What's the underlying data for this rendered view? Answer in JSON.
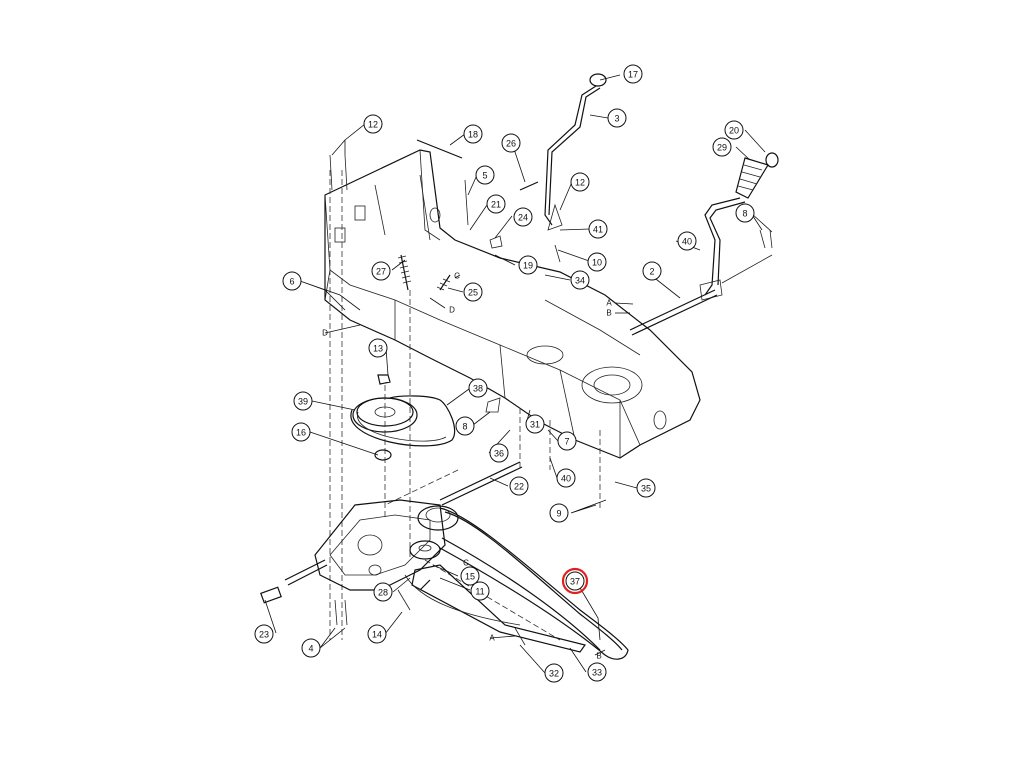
{
  "diagram": {
    "callouts": [
      {
        "id": "c17",
        "label": "17"
      },
      {
        "id": "c3",
        "label": "3"
      },
      {
        "id": "c12a",
        "label": "12"
      },
      {
        "id": "c18",
        "label": "18"
      },
      {
        "id": "c26a",
        "label": "26"
      },
      {
        "id": "c20",
        "label": "20"
      },
      {
        "id": "c29",
        "label": "29"
      },
      {
        "id": "c5",
        "label": "5"
      },
      {
        "id": "c12b",
        "label": "12"
      },
      {
        "id": "c21",
        "label": "21"
      },
      {
        "id": "c24",
        "label": "24"
      },
      {
        "id": "c41",
        "label": "41"
      },
      {
        "id": "c8a",
        "label": "8"
      },
      {
        "id": "c40a",
        "label": "40"
      },
      {
        "id": "c27",
        "label": "27"
      },
      {
        "id": "c10",
        "label": "10"
      },
      {
        "id": "c19",
        "label": "19"
      },
      {
        "id": "c2",
        "label": "2"
      },
      {
        "id": "c6",
        "label": "6"
      },
      {
        "id": "c25",
        "label": "25"
      },
      {
        "id": "c34",
        "label": "34"
      },
      {
        "id": "c13",
        "label": "13"
      },
      {
        "id": "c38",
        "label": "38"
      },
      {
        "id": "c39",
        "label": "39"
      },
      {
        "id": "c8b",
        "label": "8"
      },
      {
        "id": "c31",
        "label": "31"
      },
      {
        "id": "c16",
        "label": "16"
      },
      {
        "id": "c7",
        "label": "7"
      },
      {
        "id": "c36",
        "label": "36"
      },
      {
        "id": "c40b",
        "label": "40"
      },
      {
        "id": "c35",
        "label": "35"
      },
      {
        "id": "c22",
        "label": "22"
      },
      {
        "id": "c9",
        "label": "9"
      },
      {
        "id": "c15",
        "label": "15"
      },
      {
        "id": "c37",
        "label": "37"
      },
      {
        "id": "c28",
        "label": "28"
      },
      {
        "id": "c11",
        "label": "11"
      },
      {
        "id": "c23",
        "label": "23"
      },
      {
        "id": "c14",
        "label": "14"
      },
      {
        "id": "c4",
        "label": "4"
      },
      {
        "id": "c32",
        "label": "32"
      },
      {
        "id": "c33",
        "label": "33"
      }
    ],
    "letters": [
      {
        "id": "lA1",
        "label": "A"
      },
      {
        "id": "lB1",
        "label": "B"
      },
      {
        "id": "lC1",
        "label": "C"
      },
      {
        "id": "lD1",
        "label": "D"
      },
      {
        "id": "lD2",
        "label": "D"
      },
      {
        "id": "lC2",
        "label": "C"
      },
      {
        "id": "lA2",
        "label": "A"
      },
      {
        "id": "lB2",
        "label": "B"
      }
    ],
    "highlight": {
      "callout": "37",
      "color": "#e02020"
    },
    "line_color": "#111111"
  }
}
